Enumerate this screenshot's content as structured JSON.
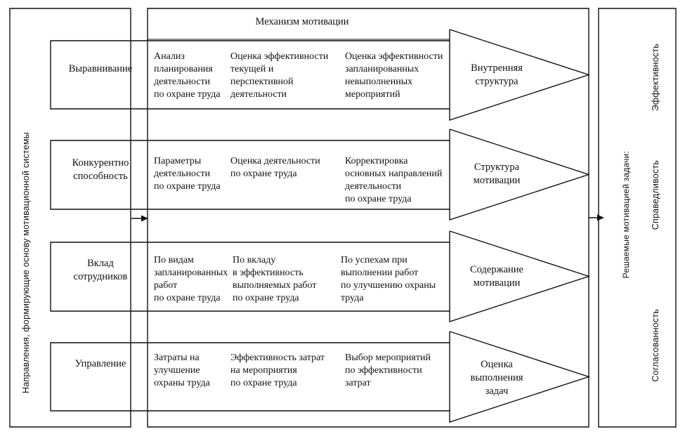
{
  "figure": {
    "header": "Механизм мотивации",
    "left_axis_label": "Направления, формирующие основу мотивационной системы",
    "right_panel": {
      "title": "Решаемые мотивацией задачи:",
      "tasks": [
        "Эффективность",
        "Справедливость",
        "Согласованность"
      ]
    },
    "rows": [
      {
        "name": "Выравнивание",
        "cells": [
          "Анализ\nпланирования\nдеятельности\nпо охране труда",
          "Оценка эффективности\nтекущей и\nперспективной\nдеятельности",
          "Оценка эффективности\nзапланированных\nневыполненных\nмероприятий"
        ],
        "arrow_label": "Внутренняя\nструктура"
      },
      {
        "name": "Конкурентно\nспособность",
        "cells": [
          "Параметры\nдеятельности\nпо охране труда",
          "Оценка деятельности\nпо охране труда",
          "Корректировка\nосновных направлений\nдеятельности\nпо охране труда"
        ],
        "arrow_label": "Структура\nмотивации"
      },
      {
        "name": "Вклад\nсотрудников",
        "cells": [
          "По видам\nзапланированных\nработ\nпо охране труда",
          "По вкладу\nв эффективность\nвыполняемых работ\nпо охране труда",
          "По успехам при\nвыполнении работ\nпо улучшению охраны\nтруда"
        ],
        "arrow_label": "Содержание\nмотивации"
      },
      {
        "name": "Управление",
        "cells": [
          "Затраты на\nулучшение\nохраны труда",
          "Эффективность затрат\nна мероприятия\nпо охране труда",
          "Выбор мероприятий\nпо эффективности\nзатрат"
        ],
        "arrow_label": "Оценка\nвыполнения\nзадач"
      }
    ],
    "colors": {
      "line": "#0f0f0f",
      "text": "#111111",
      "background": "#ffffff"
    }
  }
}
